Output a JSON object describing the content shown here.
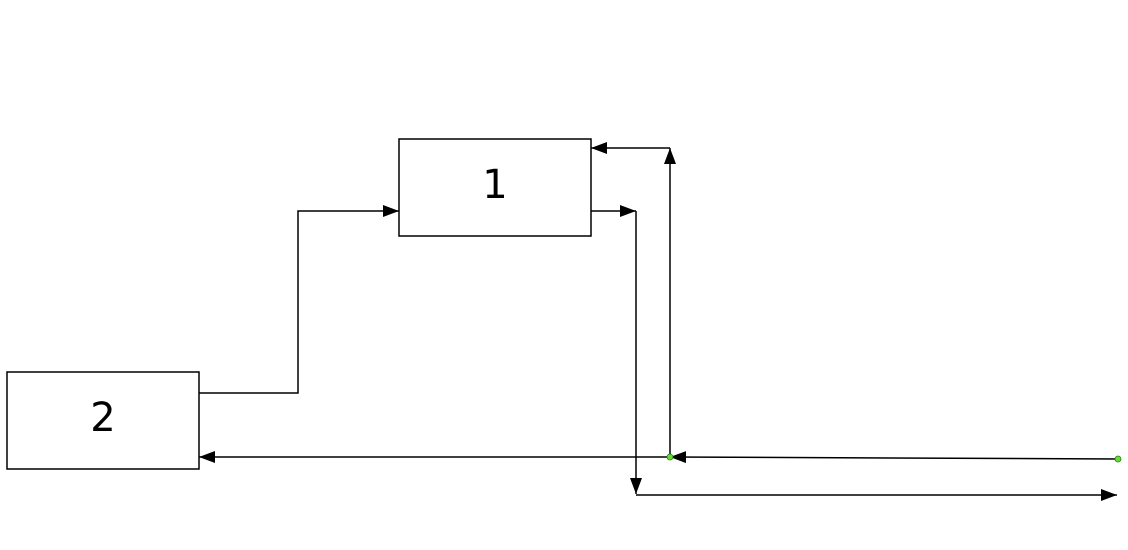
{
  "diagram": {
    "blocks": [
      {
        "id": "block-1",
        "label": "1"
      },
      {
        "id": "block-2",
        "label": "2"
      }
    ],
    "colors": {
      "stroke": "#000000",
      "background": "#ffffff",
      "node": "#66dd33"
    }
  }
}
